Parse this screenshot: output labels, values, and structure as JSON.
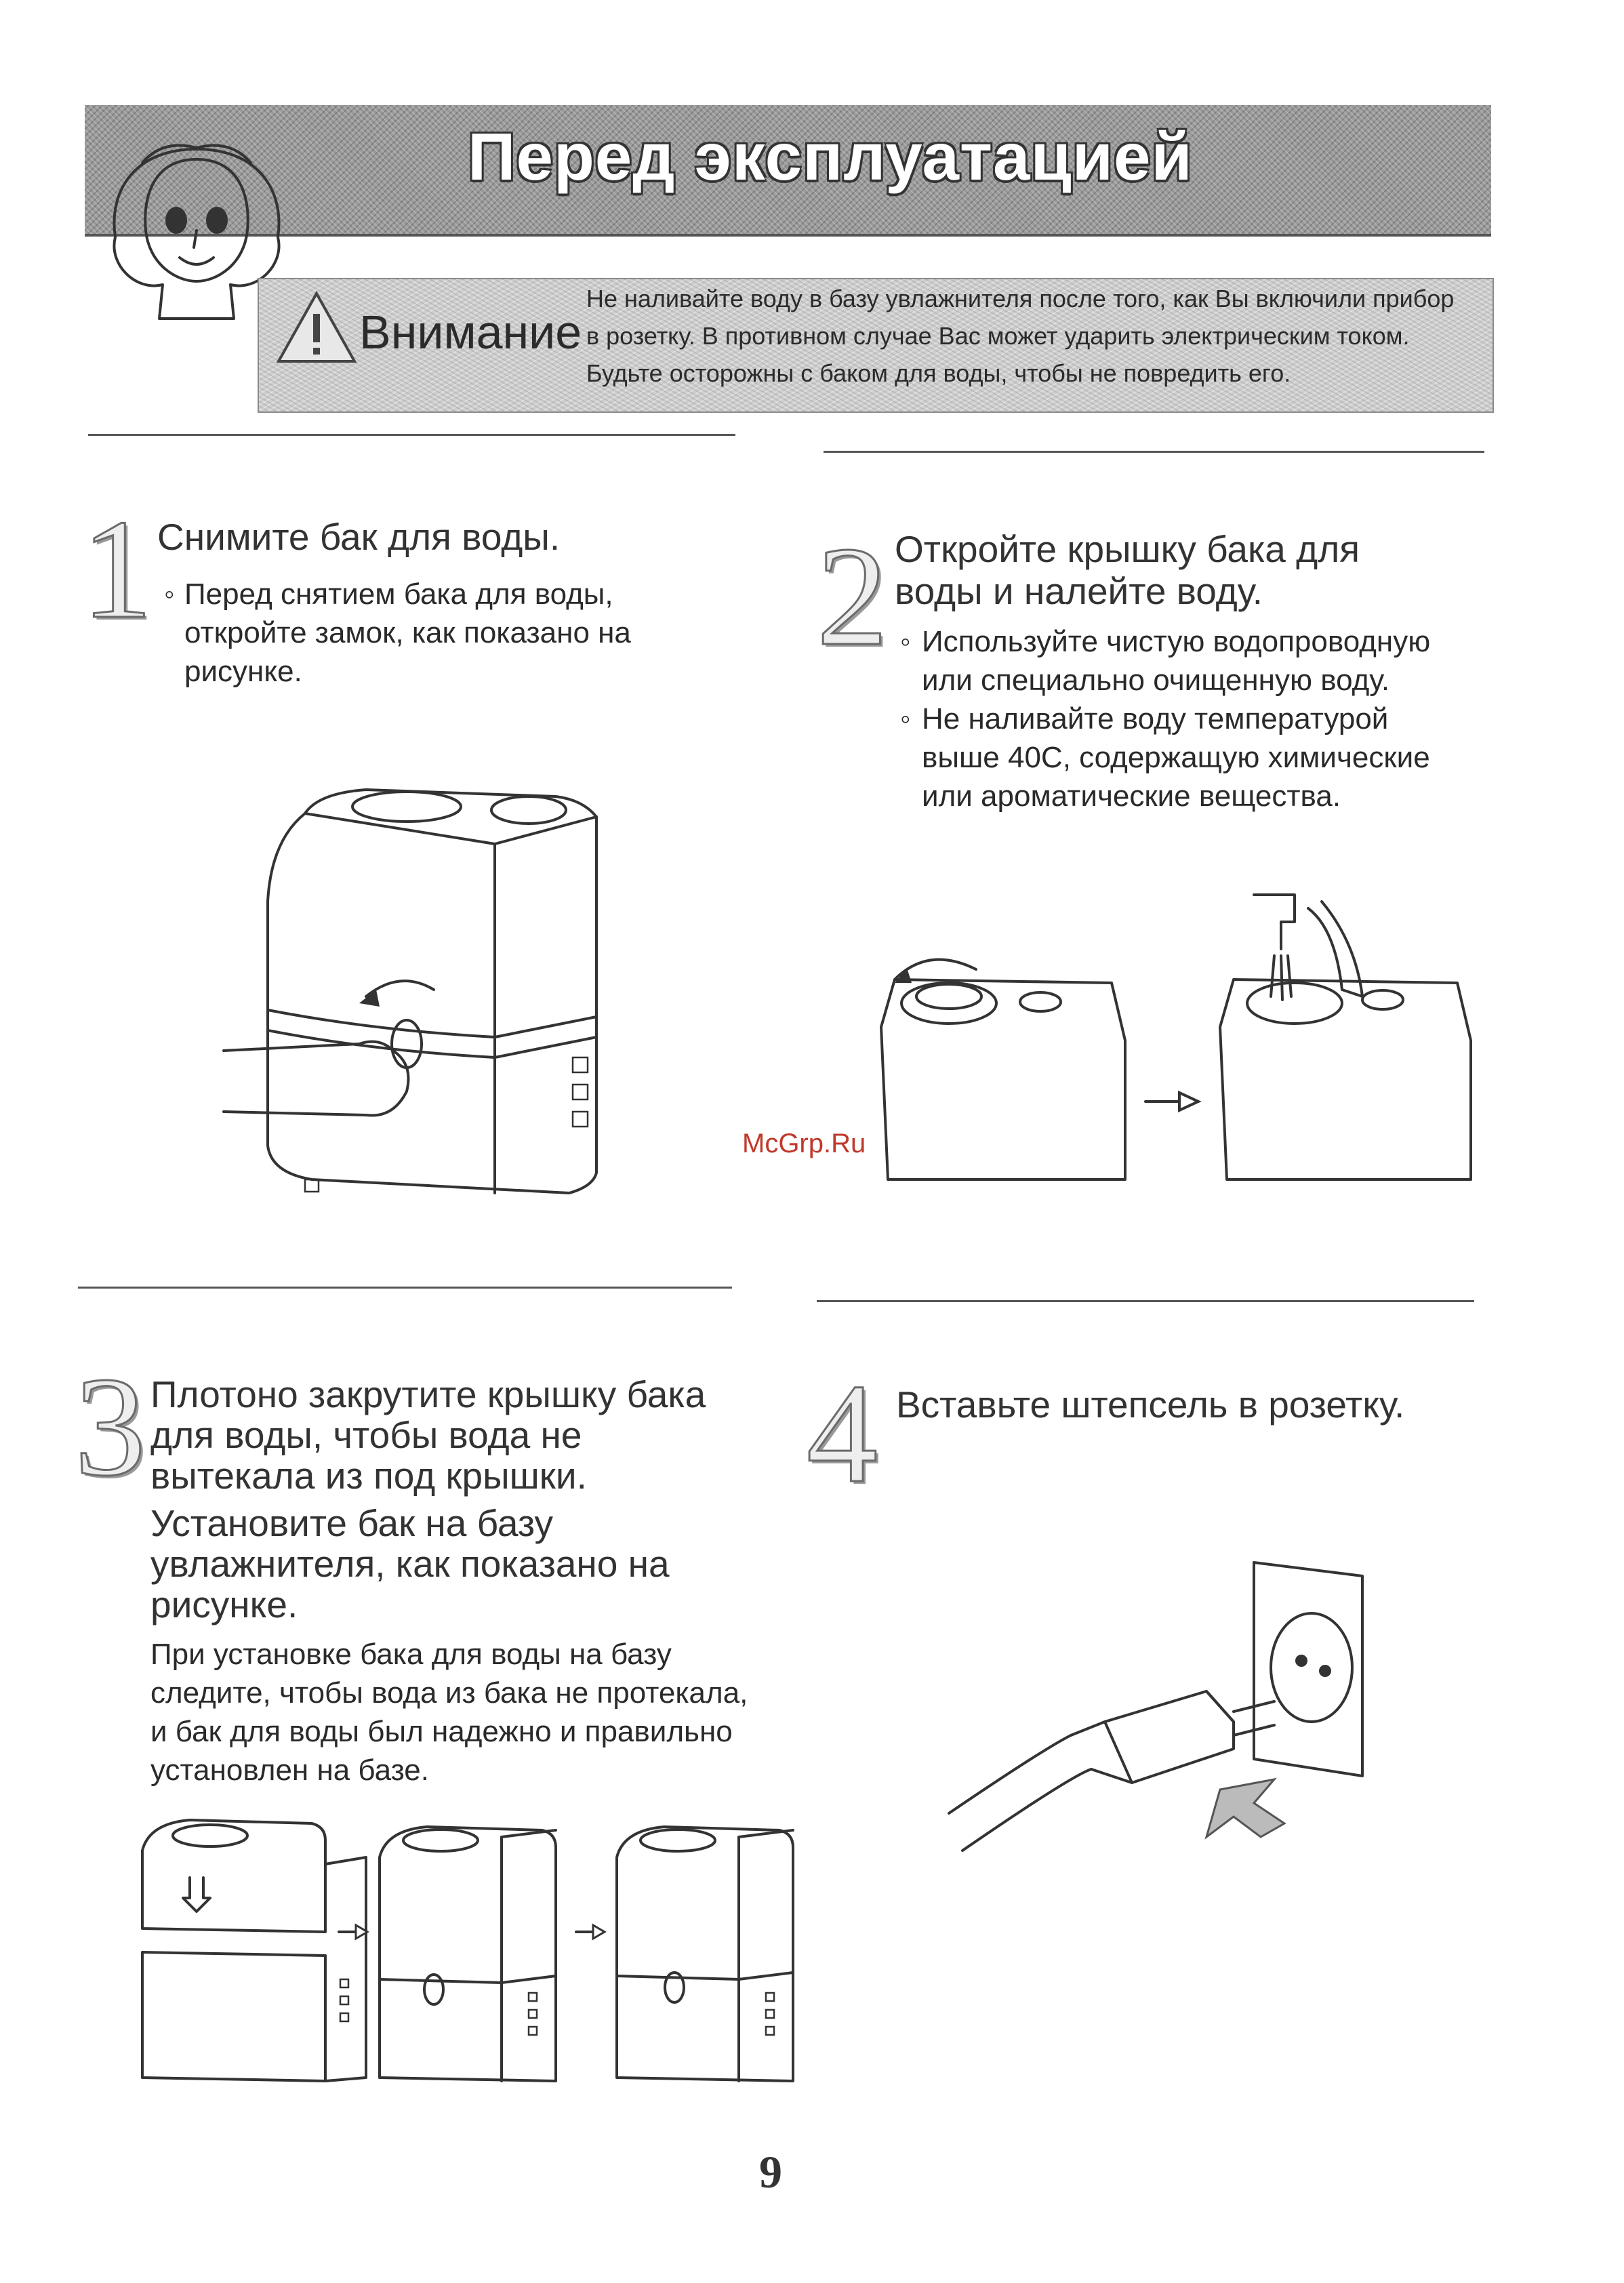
{
  "header": {
    "title": "Перед эксплуатацией"
  },
  "caution": {
    "label": "Внимание",
    "lines": [
      "Не наливайте воду в базу увлажнителя после того, как Вы включили прибор",
      "в розетку. В противном случае Вас может ударить электрическим током.",
      "Будьте осторожны с баком для воды, чтобы не повредить его."
    ]
  },
  "steps": [
    {
      "number": "1",
      "title_lines": [
        "Снимите бак для воды."
      ],
      "bullets": [
        {
          "marker": "◦",
          "lines": [
            "Перед снятием бака для воды,",
            "откройте замок, как показано на",
            "рисунке."
          ]
        }
      ]
    },
    {
      "number": "2",
      "title_lines": [
        "Откройте крышку бака для",
        "воды и налейте воду."
      ],
      "bullets": [
        {
          "marker": "◦",
          "lines": [
            "Используйте чистую водопроводную",
            "или специально очищенную воду."
          ]
        },
        {
          "marker": "◦",
          "lines": [
            "Не наливайте воду температурой",
            "выше 40С, содержащую химические",
            "или ароматические вещества."
          ]
        }
      ]
    },
    {
      "number": "3",
      "title_lines": [
        "Плотоно закрутите крышку бака",
        "для воды, чтобы вода не",
        "вытекала из под крышки.",
        "Установите бак на базу",
        "увлажнителя, как показано на",
        "рисунке."
      ],
      "body_lines": [
        "При установке бака для воды на базу",
        "следите, чтобы вода из бака не протекала,",
        "и бак для воды был надежно и правильно",
        "установлен на базе."
      ]
    },
    {
      "number": "4",
      "title_lines": [
        "Вставьте штепсель в розетку."
      ]
    }
  ],
  "watermark": "McGrp.Ru",
  "page_number": "9"
}
